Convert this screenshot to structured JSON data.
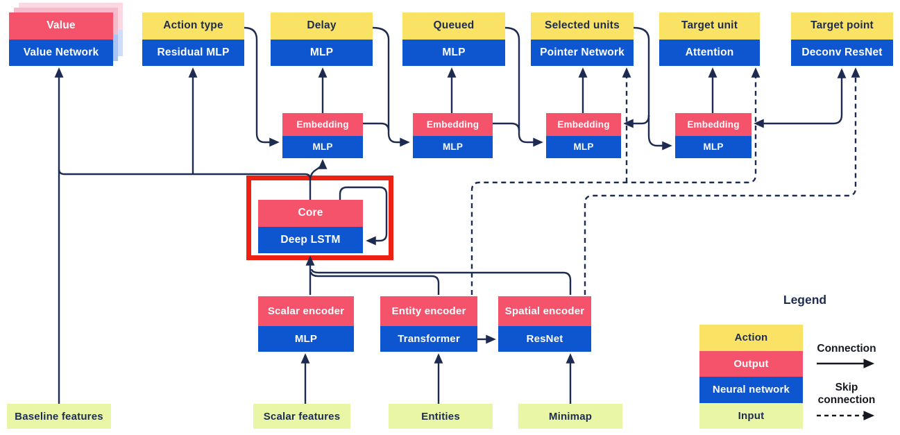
{
  "diagram": {
    "title_hint": "agent architecture diagram",
    "heads": [
      {
        "top": "Value",
        "bottom": "Value Network",
        "kind": "output"
      },
      {
        "top": "Action type",
        "bottom": "Residual MLP",
        "kind": "action"
      },
      {
        "top": "Delay",
        "bottom": "MLP",
        "kind": "action"
      },
      {
        "top": "Queued",
        "bottom": "MLP",
        "kind": "action"
      },
      {
        "top": "Selected units",
        "bottom": "Pointer Network",
        "kind": "action"
      },
      {
        "top": "Target unit",
        "bottom": "Attention",
        "kind": "action"
      },
      {
        "top": "Target point",
        "bottom": "Deconv ResNet",
        "kind": "action"
      }
    ],
    "embeddings": [
      {
        "top": "Embedding",
        "bottom": "MLP"
      },
      {
        "top": "Embedding",
        "bottom": "MLP"
      },
      {
        "top": "Embedding",
        "bottom": "MLP"
      },
      {
        "top": "Embedding",
        "bottom": "MLP"
      }
    ],
    "core": {
      "top": "Core",
      "bottom": "Deep LSTM"
    },
    "encoders": [
      {
        "top": "Scalar encoder",
        "bottom": "MLP"
      },
      {
        "top": "Entity encoder",
        "bottom": "Transformer"
      },
      {
        "top": "Spatial encoder",
        "bottom": "ResNet"
      }
    ],
    "inputs": [
      {
        "label": "Baseline features"
      },
      {
        "label": "Scalar features"
      },
      {
        "label": "Entities"
      },
      {
        "label": "Minimap"
      }
    ],
    "legend": {
      "title": "Legend",
      "rows": [
        {
          "label": "Action"
        },
        {
          "label": "Output"
        },
        {
          "label": "Neural network"
        },
        {
          "label": "Input"
        }
      ],
      "connection_label": "Connection",
      "skip_connection_label": "Skip connection"
    },
    "colors": {
      "action": "#F9E264",
      "output": "#F4536B",
      "network": "#0D56D0",
      "input": "#E9F6A6",
      "line": "#1D2B50",
      "navy": "#1E2C52",
      "dark": "#15181F",
      "highlight": "#EC2113",
      "ghost_pink_near": "#F7BACA",
      "ghost_blue_near": "#A9C4F7",
      "ghost_pink_far": "#FBD8E2",
      "ghost_blue_far": "#CEDDFB"
    }
  }
}
